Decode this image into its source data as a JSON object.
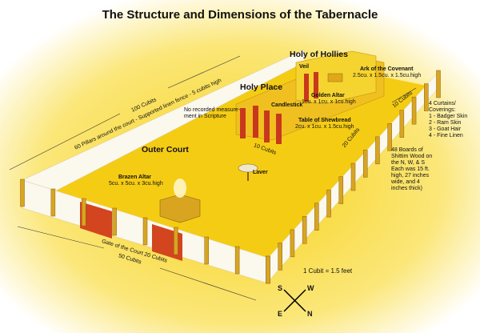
{
  "title": "The Structure and Dimensions of the Tabernacle",
  "labels": {
    "holy_of_hollies": "Holy of Hollies",
    "veil": "Veil",
    "ark_name": "Ark of the Covenant",
    "ark_dims": "2.5cu. x 1.5cu. x 1.5cu.high",
    "holy_place": "Holy Place",
    "golden_altar_name": "Golden Altar",
    "golden_altar_dims": "1cu. x 1cu. x 1cu.high",
    "candlestick": "Candlestick",
    "no_record_1": "No recorded measure-",
    "no_record_2": "ment in Scripture",
    "table_name": "Table of Shewbread",
    "table_dims": "2cu. x 1cu. x 1.5cu.high",
    "outer_court": "Outer Court",
    "brazen_altar_name": "Brazen Altar",
    "brazen_altar_dims": "5cu. x 5cu. x 3cu.high",
    "laver": "Laver",
    "dim_100": "100 Cubits",
    "pillars": "60 Pillars around the court - Supported linen fence - 5 cubits high",
    "dim_10_back": "10 Cubits",
    "dim_20_side": "20 Cubits",
    "dim_10_front": "10 Cubits",
    "gate": "Gate of the Court 20 Cubits",
    "dim_50": "50 Cubits",
    "scale": "1 Cubit  = 1.5  feet"
  },
  "curtains": [
    "4 Curtains/",
    "Coverings:",
    "1 - Badger Skin",
    "2 - Ram Skin",
    "3 - Goat Hair",
    "4 - Fine Linen"
  ],
  "boards": [
    "48 Boards of",
    "Shittim Wood on",
    "the N, W, & S",
    "Each was 15 ft.",
    "high, 27 inches",
    "wide, and 4",
    "inches thick)"
  ],
  "compass": {
    "s": "S",
    "w": "W",
    "e": "E",
    "n": "N"
  },
  "colors": {
    "ground": "#f7d21a",
    "gold": "#e8b820",
    "curtain": "#c8381c",
    "linen": "#fbf8ee"
  }
}
